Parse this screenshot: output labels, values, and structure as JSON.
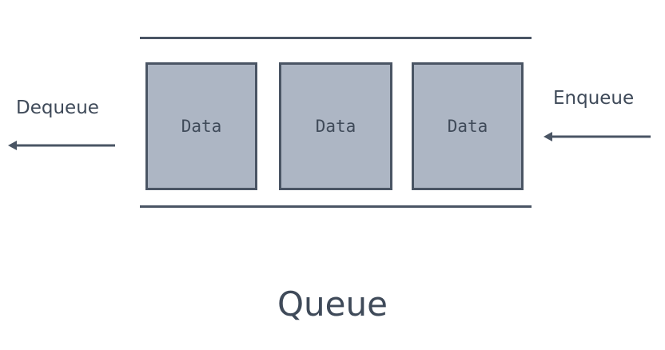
{
  "diagram": {
    "title": "Queue",
    "dequeue_label": "Dequeue",
    "enqueue_label": "Enqueue",
    "items": [
      {
        "label": "Data"
      },
      {
        "label": "Data"
      },
      {
        "label": "Data"
      }
    ]
  },
  "colors": {
    "box_fill": "#adb6c4",
    "stroke": "#4a5564",
    "text": "#3f4a59",
    "background": "#ffffff"
  },
  "icons": {
    "dequeue_arrow": "arrow-left-icon",
    "enqueue_arrow": "arrow-left-icon"
  }
}
